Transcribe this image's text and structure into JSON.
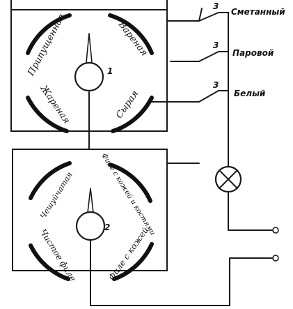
{
  "switch_1": {
    "number": "1",
    "sectors": [
      "Припущенная",
      "Вареная",
      "Жареная",
      "Сырая"
    ]
  },
  "switch_2": {
    "number": "2",
    "sectors": [
      "Чешуйчатая",
      "Филе с кожей и костями",
      "Чистое филе",
      "Филе с кожей"
    ]
  },
  "buttons": [
    {
      "number": "3",
      "label": "Сметанный"
    },
    {
      "number": "3",
      "label": "Паровой"
    },
    {
      "number": "3",
      "label": "Белый"
    }
  ]
}
